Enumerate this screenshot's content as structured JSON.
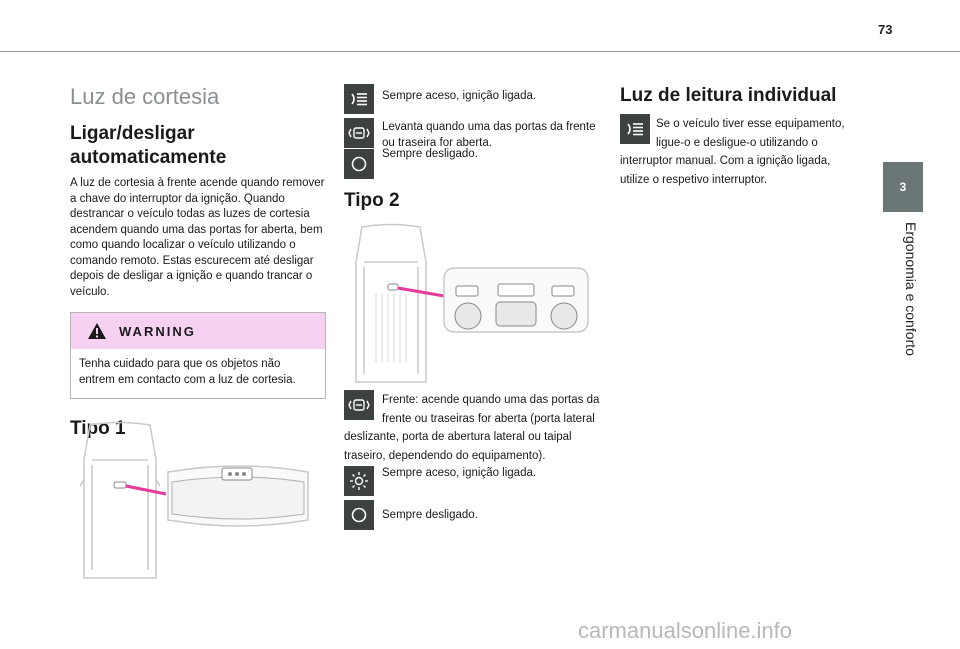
{
  "page": {
    "number": "73"
  },
  "side_tab": {
    "chapter": "3",
    "label": "Ergonomia e conforto"
  },
  "col1": {
    "section_title": "Luz de cortesia",
    "subtitle": "Ligar/desligar automaticamente",
    "paragraph": "A luz de cortesia à frente acende quando remover a chave do interruptor da ignição. Quando destrancar o veículo todas as luzes de cortesia acendem quando uma das portas for aberta, bem como quando localizar o veículo utilizando o comando remoto. Estas escurecem até desligar depois de desligar a ignição e quando trancar o veículo.",
    "warning": {
      "title": "WARNING",
      "text": "Tenha cuidado para que os objetos não entrem em contacto com a luz de cortesia."
    },
    "tipo1_title": "Tipo 1"
  },
  "col2": {
    "items_top": [
      {
        "icon": "light-beam-icon",
        "text": "Sempre aceso, ignição ligada."
      },
      {
        "icon": "door-light-icon",
        "text": "Levanta quando uma das portas da frente ou traseira for aberta."
      },
      {
        "icon": "circle-off-icon",
        "text": "Sempre desligado."
      }
    ],
    "tipo2_title": "Tipo 2",
    "front_text": "Frente: acende quando uma das portas da frente ou traseiras for aberta (porta lateral deslizante, porta de abertura lateral ou taipal traseiro, dependendo do equipamento).",
    "sun_text": "Sempre aceso, ignição ligada.",
    "off_text": "Sempre desligado."
  },
  "col3": {
    "title": "Luz de leitura individual",
    "paragraph": "Se o veículo tiver esse equipamento, ligue-o e desligue-o utilizando o interruptor manual. Com a ignição ligada, utilize o respetivo interruptor."
  },
  "colors": {
    "accent_pink": "#e6399b",
    "warning_bg": "#f7d1f2",
    "icon_bg": "#3d4142",
    "tab_bg": "#6b7676"
  },
  "watermark": "carmanualsonline.info"
}
